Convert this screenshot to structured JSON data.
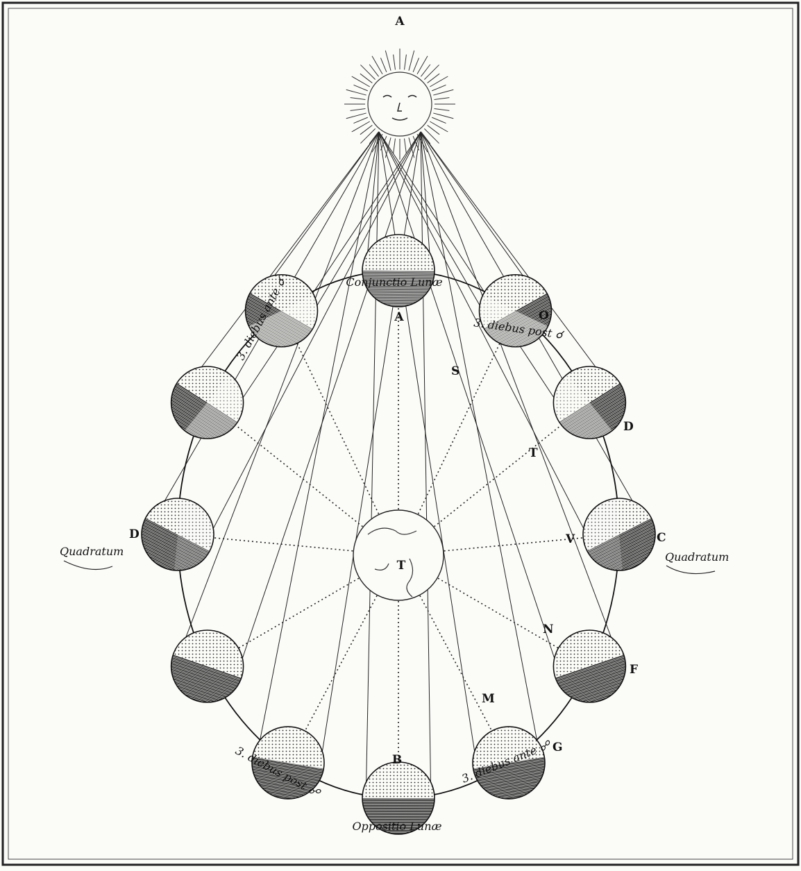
{
  "diagram": {
    "sun_label": "A",
    "earth_label": "T",
    "moons": [
      {
        "id": "conjunction",
        "label": "A",
        "caption": "Conjunctio Lunæ",
        "angle": 90,
        "light_from": "top",
        "lit": 0.5
      },
      {
        "id": "three-days-after-conj",
        "label": "O",
        "caption": "3. diebus post ☌",
        "angle": 58,
        "lit": 0.3
      },
      {
        "id": "right-upper",
        "label": "D",
        "caption": "",
        "angle": 30,
        "lit": 0.35
      },
      {
        "id": "quadrature-right",
        "label": "C",
        "caption": "Quadratum",
        "angle": 0,
        "lit": 0.5
      },
      {
        "id": "right-lower",
        "label": "F",
        "caption": "",
        "angle": -30,
        "lit": 0.65
      },
      {
        "id": "three-days-before-opp",
        "label": "G",
        "caption": "3. diebus ante ☍",
        "angle": -60,
        "lit": 0.8
      },
      {
        "id": "opposition",
        "label": "B",
        "caption": "Oppositio Lunæ",
        "angle": -90,
        "lit": 1
      },
      {
        "id": "three-days-after-opp",
        "label": "",
        "caption": "3. diebus post ☍",
        "angle": -120,
        "lit": 0.8
      },
      {
        "id": "left-lower",
        "label": "",
        "caption": "",
        "angle": -150,
        "lit": 0.65
      },
      {
        "id": "quadrature-left",
        "label": "D",
        "caption": "Quadratum",
        "angle": 180,
        "lit": 0.5
      },
      {
        "id": "left-upper",
        "label": "",
        "caption": "",
        "angle": 150,
        "lit": 0.35
      },
      {
        "id": "three-days-before-conj",
        "label": "",
        "caption": "3. diebus ante ☌",
        "angle": 122,
        "lit": 0.3
      }
    ],
    "orbit_marks": [
      "S",
      "T",
      "V",
      "N",
      "M"
    ],
    "captions": {
      "conjunction": "Conjunctio Lunæ",
      "opposition": "Oppositio Lunæ",
      "quad_left": "Quadratum",
      "quad_right": "Quadratum",
      "three_before_conj": "3. diebus ante ☌",
      "three_after_conj": "3. diebus post ☌",
      "three_before_opp": "3. diebus ante ☍",
      "three_after_opp": "3. diebus post ☍"
    },
    "colors": {
      "ink": "#111111",
      "paper": "#fbfbf8",
      "shade": "#2a2a2a"
    }
  }
}
